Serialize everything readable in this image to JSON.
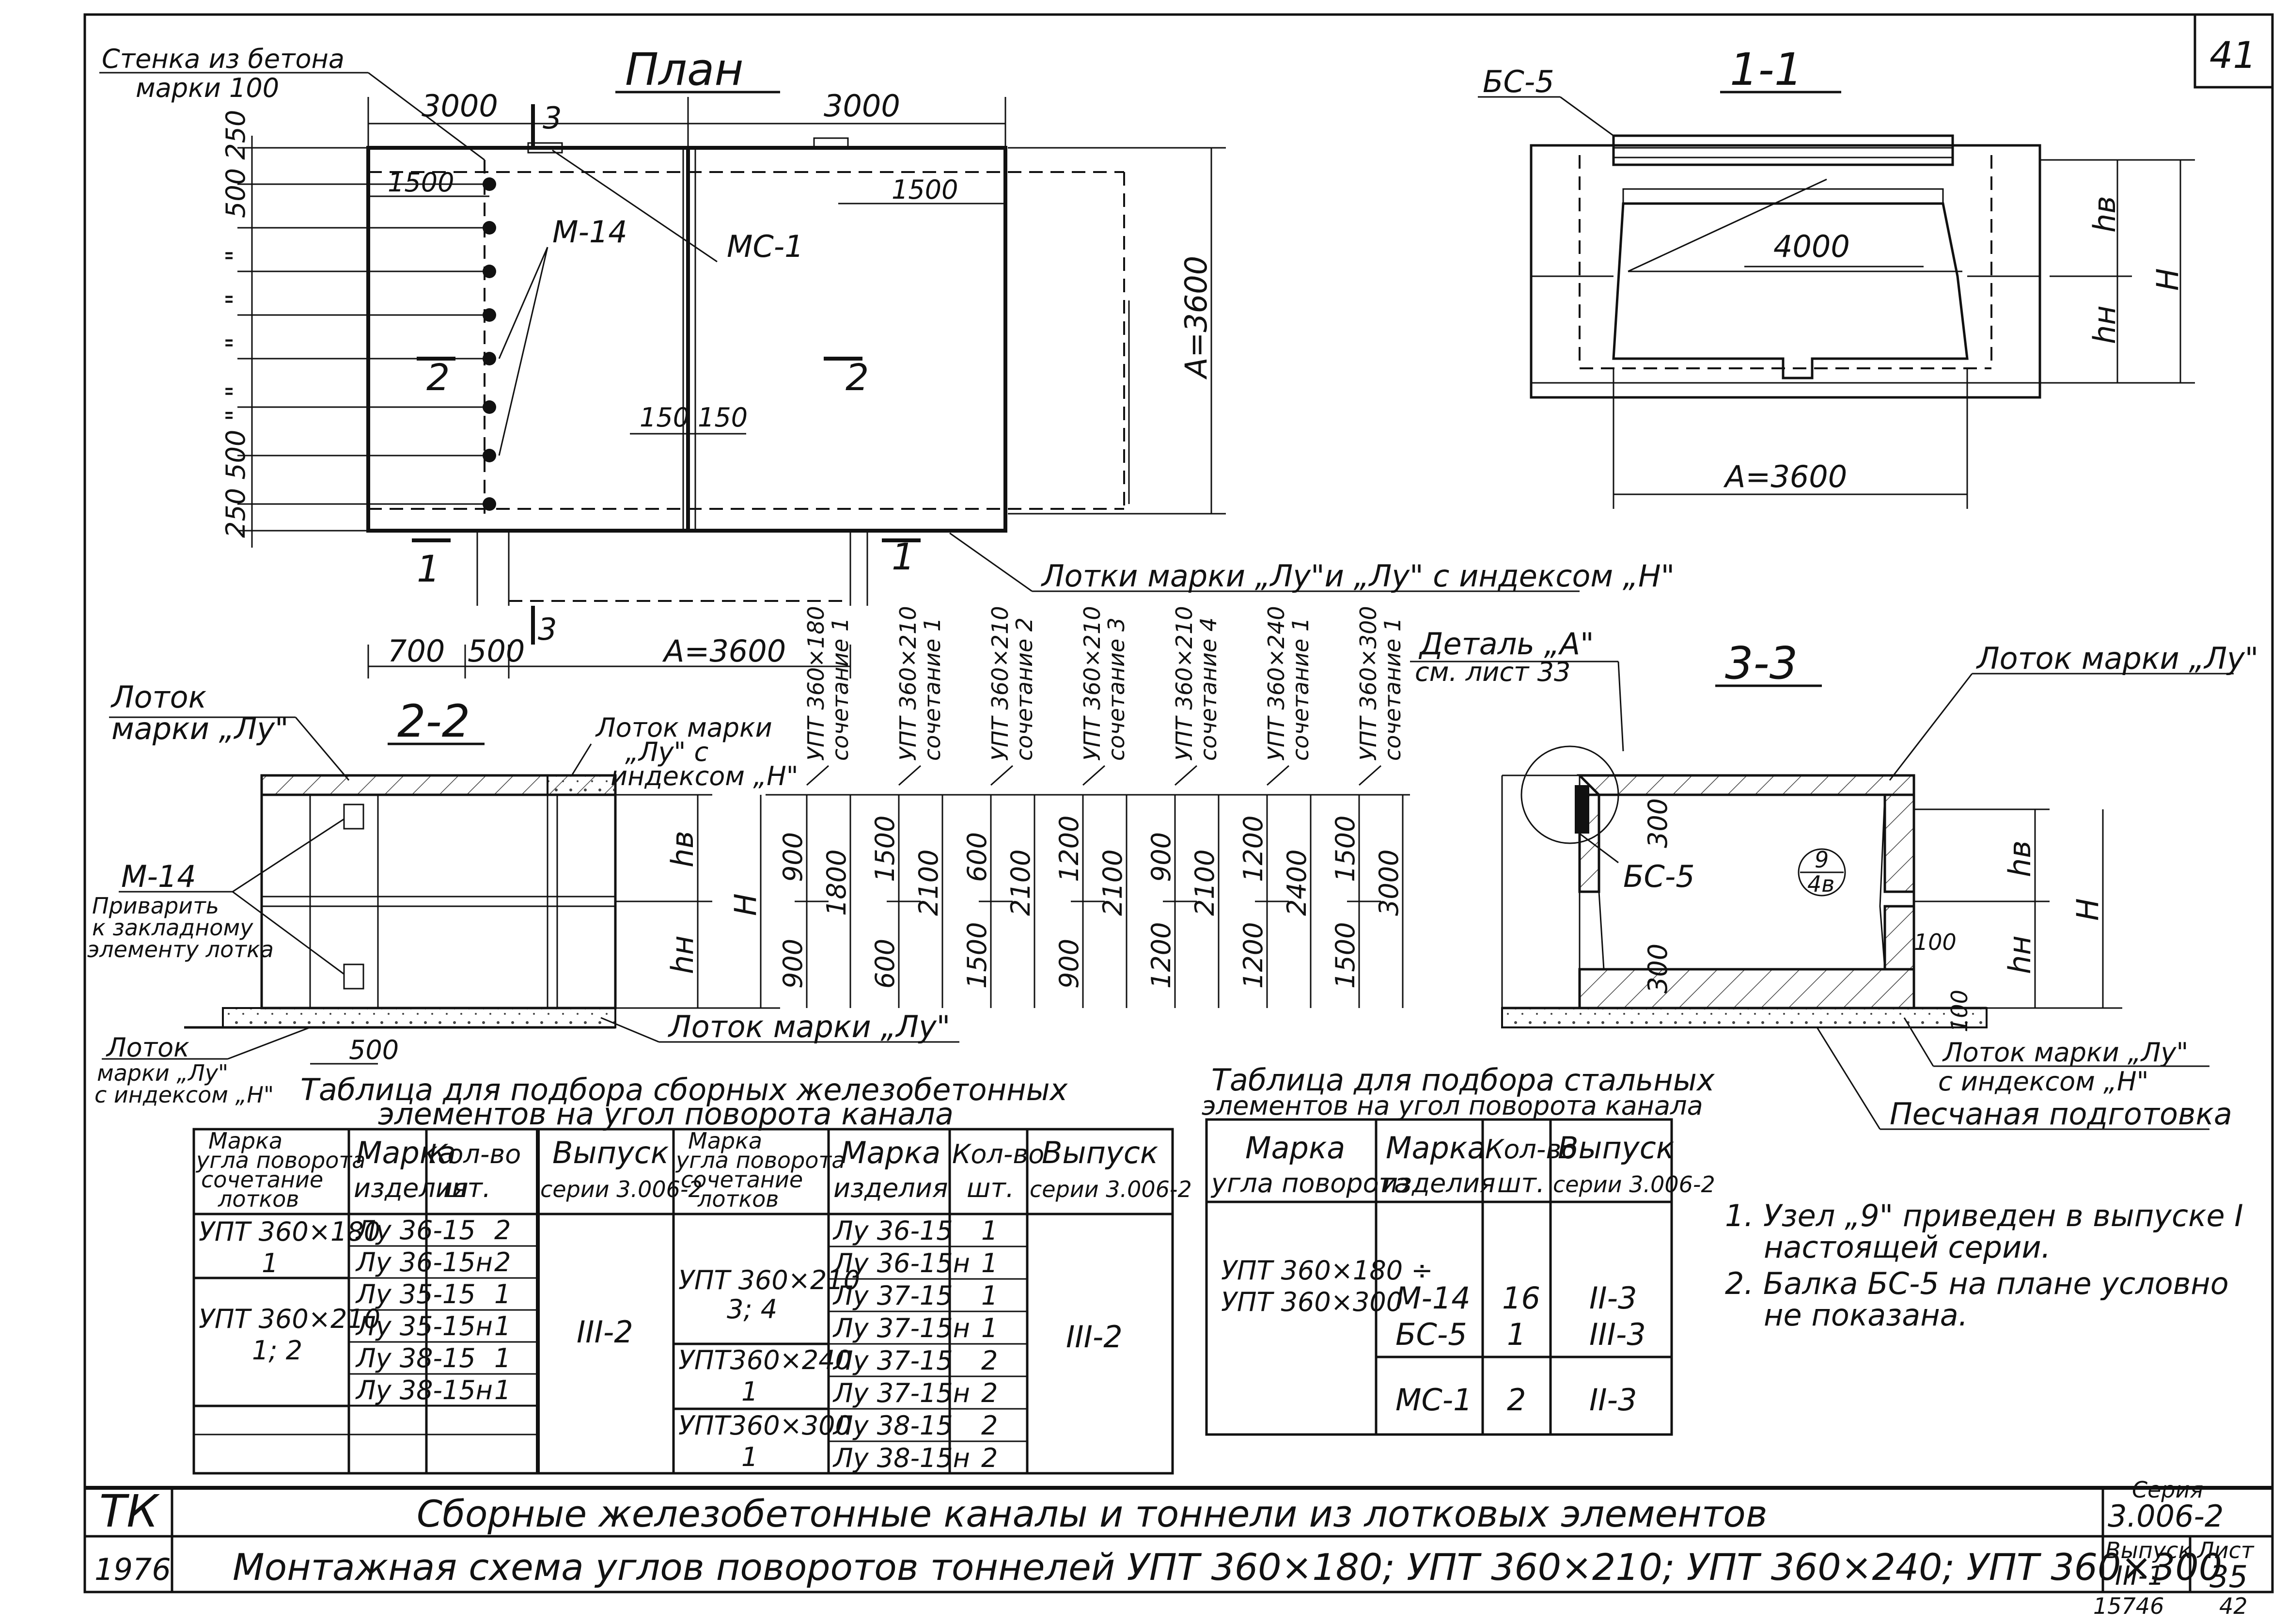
{
  "sheet_number": "41",
  "plan": {
    "title": "План",
    "wall_label_line1": "Стенка из бетона",
    "wall_label_line2": "марки 100",
    "dims": {
      "top_left": "3000",
      "top_right": "3000",
      "inner_left": "1500",
      "inner_right": "1500",
      "mid_a": "150",
      "mid_b": "150",
      "bottom_700": "700",
      "bottom_500": "500",
      "bottom_a": "А=3600",
      "right_a": "А=3600",
      "left_col": [
        "500 250",
        "\"",
        "\"",
        "\"",
        "\"",
        "250 500 \""
      ]
    },
    "labels": {
      "m14": "М-14",
      "mc1": "МС-1",
      "cut_3": "3",
      "cut_2_left": "2",
      "cut_2_right": "2",
      "cut_1_left": "1",
      "cut_1_right": "1",
      "trays": "Лотки марки „Лу\"и „Лу\" с индексом „Н\""
    }
  },
  "section_11": {
    "title": "1-1",
    "bc5": "БС-5",
    "dim_4000": "4000",
    "dim_a": "А=3600",
    "hv": "hв",
    "hn": "hн",
    "H": "Н"
  },
  "section_22": {
    "title": "2-2",
    "tray_lu_line1": "Лоток",
    "tray_lu_line2": "марки „Лу\"",
    "tray_h_line1": "Лоток марки",
    "tray_h_line2": "„Лу\" с",
    "tray_h_line3": "индексом „Н\"",
    "m14_line1": "М-14",
    "m14_line2": "Приварить",
    "m14_line3": "к закладному",
    "m14_line4": "элементу лотка",
    "bottom_tray": "Лоток марки „Лу\"",
    "bottom_left_line1": "Лоток",
    "bottom_left_line2": "марки „Лу\"",
    "bottom_left_line3": "с индексом „Н\"",
    "dim_500": "500",
    "hv": "hв",
    "hn": "hн",
    "H": "Н"
  },
  "dimension_table": {
    "columns": [
      {
        "head1": "УПТ 360×180",
        "head2": "сочетание 1",
        "top": "900",
        "bottom": "900",
        "total": "1800"
      },
      {
        "head1": "УПТ 360×210",
        "head2": "сочетание 1",
        "top": "1500",
        "bottom": "600",
        "total": "2100"
      },
      {
        "head1": "УПТ 360×210",
        "head2": "сочетание 2",
        "top": "600",
        "bottom": "1500",
        "total": "2100"
      },
      {
        "head1": "УПТ 360×210",
        "head2": "сочетание 3",
        "top": "1200",
        "bottom": "900",
        "total": "2100"
      },
      {
        "head1": "УПТ 360×210",
        "head2": "сочетание 4",
        "top": "900",
        "bottom": "1200",
        "total": "2100"
      },
      {
        "head1": "УПТ 360×240",
        "head2": "сочетание 1",
        "top": "1200",
        "bottom": "1200",
        "total": "2400"
      },
      {
        "head1": "УПТ 360×300",
        "head2": "сочетание 1",
        "top": "1500",
        "bottom": "1500",
        "total": "3000"
      }
    ]
  },
  "section_33": {
    "title": "3-3",
    "detail_line1": "Деталь „А\"",
    "detail_line2": "см. лист 33",
    "tray_lu": "Лоток марки „Лу\"",
    "bc5": "БС-5",
    "node_top": "9",
    "node_bottom": "4в",
    "dim_300_top": "300",
    "dim_300_bottom": "300",
    "dim_100": "100",
    "dim_100_b": "100",
    "bottom_tray_line1": "Лоток марки „Лу\"",
    "bottom_tray_line2": "с индексом „Н\"",
    "sand": "Песчаная подготовка",
    "hv": "hв",
    "hn": "hн",
    "H": "Н"
  },
  "rc_table": {
    "title_line1": "Таблица для подбора сборных железобетонных",
    "title_line2": "элементов на угол поворота канала",
    "head_mark_line1": "Марка",
    "head_mark_line2": "угла поворота",
    "head_mark_line3": "сочетание",
    "head_mark_line4": "лотков",
    "head_item_line1": "Марка",
    "head_item_line2": "изделия",
    "head_qty_line1": "Кол-во",
    "head_qty_line2": "шт.",
    "head_issue_line1": "Выпуск",
    "head_issue_line2": "серии 3.006-2",
    "left": {
      "groups": [
        {
          "mark": "УПТ 360×180",
          "combo": "1"
        },
        {
          "mark": "УПТ 360×210",
          "combo": "1; 2"
        }
      ],
      "rows": [
        {
          "item": "Лу 36-15",
          "qty": "2"
        },
        {
          "item": "Лу 36-15н",
          "qty": "2"
        },
        {
          "item": "Лу 35-15",
          "qty": "1"
        },
        {
          "item": "Лу 35-15н",
          "qty": "1"
        },
        {
          "item": "Лу 38-15",
          "qty": "1"
        },
        {
          "item": "Лу 38-15н",
          "qty": "1"
        }
      ],
      "issue": "III-2"
    },
    "right": {
      "groups": [
        {
          "mark": "УПТ 360×210",
          "combo": "3; 4"
        },
        {
          "mark": "УПТ360×240",
          "combo": "1"
        },
        {
          "mark": "УПТ360×300",
          "combo": "1"
        }
      ],
      "rows": [
        {
          "item": "Лу 36-15",
          "qty": "1"
        },
        {
          "item": "Лу 36-15н",
          "qty": "1"
        },
        {
          "item": "Лу 37-15",
          "qty": "1"
        },
        {
          "item": "Лу 37-15н",
          "qty": "1"
        },
        {
          "item": "Лу 37-15",
          "qty": "2"
        },
        {
          "item": "Лу 37-15н",
          "qty": "2"
        },
        {
          "item": "Лу 38-15",
          "qty": "2"
        },
        {
          "item": "Лу 38-15н",
          "qty": "2"
        }
      ],
      "issue": "III-2"
    }
  },
  "steel_table": {
    "title_line1": "Таблица для подбора стальных",
    "title_line2": "элементов на угол поворота канала",
    "head_mark_line1": "Марка",
    "head_mark_line2": "угла поворота",
    "head_item_line1": "Марка",
    "head_item_line2": "изделия",
    "head_qty_line1": "Кол-во",
    "head_qty_line2": "шт.",
    "head_issue_line1": "Выпуск",
    "head_issue_line2": "серии 3.006-2",
    "mark_line1": "УПТ 360×180 ÷",
    "mark_line2": "УПТ 360×300",
    "rows": [
      {
        "item": "М-14",
        "qty": "16",
        "issue": "II-3"
      },
      {
        "item": "БС-5",
        "qty": "1",
        "issue": "III-3"
      },
      {
        "item": "МС-1",
        "qty": "2",
        "issue": "II-3"
      }
    ]
  },
  "notes": [
    {
      "line1": "1. Узел „9\" приведен в выпуске I",
      "line2": "настоящей серии."
    },
    {
      "line1": "2. Балка БС-5 на плане условно",
      "line2": "не показана."
    }
  ],
  "title_block": {
    "org": "ТК",
    "year": "1976",
    "line1": "Сборные железобетонные каналы и тоннели из лотковых элементов",
    "line2": "Монтажная схема углов поворотов тоннелей УПТ 360×180; УПТ 360×210; УПТ 360×240; УПТ 360×300",
    "series_label": "Серия",
    "series": "3.006-2",
    "issue_label": "Выпуск",
    "issue": "III-1",
    "sheet_label": "Лист",
    "sheet": "35",
    "bottom_left_num": "15746",
    "bottom_right_num": "42"
  }
}
